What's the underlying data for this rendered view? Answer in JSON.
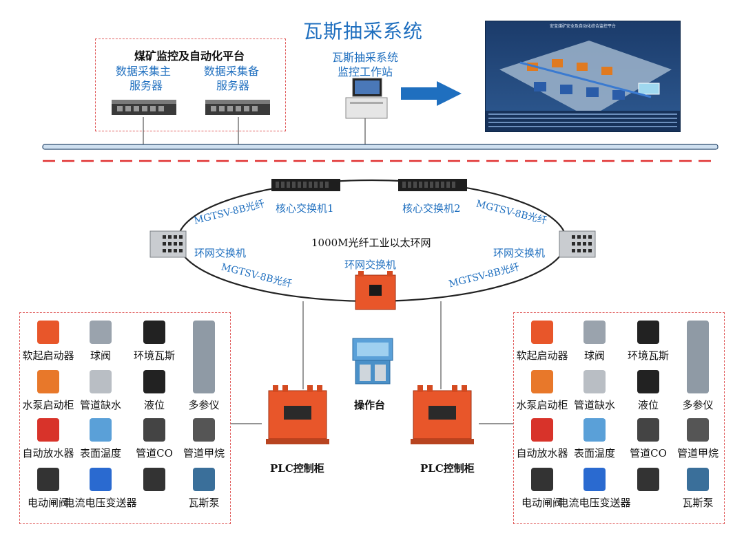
{
  "title": "瓦斯抽采系统",
  "platform": {
    "title": "煤矿监控及自动化平台",
    "server_main": [
      "数据采集主",
      "服务器"
    ],
    "server_backup": [
      "数据采集备",
      "服务器"
    ]
  },
  "workstation": [
    "瓦斯抽采系统",
    "监控工作站"
  ],
  "screen_title": "安宝煤矿安全及自动化综合监控平台",
  "network": {
    "core_switch_1": "核心交换机1",
    "core_switch_2": "核心交换机2",
    "ring_label": "1000M光纤工业以太环网",
    "fiber_top_left": "MGTSV-8B光纤",
    "fiber_top_right": "MGTSV-8B光纤",
    "fiber_bottom_left": "MGTSV-8B光纤",
    "fiber_bottom_right": "MGTSV-8B光纤",
    "ring_switch_left": "环网交换机",
    "ring_switch_right": "环网交换机",
    "ring_switch_center": "环网交换机"
  },
  "console": "操作台",
  "plc_left": "PLC控制柜",
  "plc_right": "PLC控制柜",
  "devices": [
    "软起启动器",
    "球阀",
    "环境瓦斯",
    "",
    "水泵启动柜",
    "管道缺水",
    "液位",
    "多参仪",
    "自动放水器",
    "表面温度",
    "管道CO",
    "管道甲烷",
    "电动闸阀",
    "电流电压变送器",
    "",
    "瓦斯泵"
  ],
  "colors": {
    "accent": "#1f6fbf",
    "dash": "#e05a5a",
    "cabinet": "#e8562a",
    "line": "#555555"
  }
}
